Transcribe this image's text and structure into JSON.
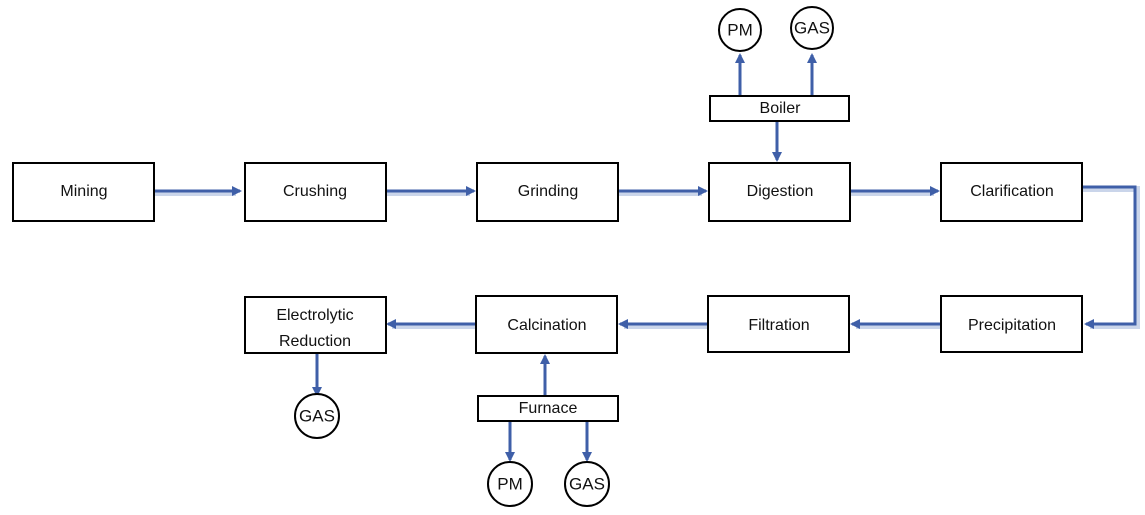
{
  "diagram": {
    "nodes": {
      "mining": "Mining",
      "crushing": "Crushing",
      "grinding": "Grinding",
      "digestion": "Digestion",
      "clarification": "Clarification",
      "boiler": "Boiler",
      "precipitation": "Precipitation",
      "filtration": "Filtration",
      "calcination": "Calcination",
      "electrolytic_reduction": [
        "Electrolytic",
        "Reduction"
      ],
      "furnace": "Furnace"
    },
    "emissions": {
      "boiler_pm": "PM",
      "boiler_gas": "GAS",
      "electrolytic_gas": "GAS",
      "furnace_pm": "PM",
      "furnace_gas": "GAS"
    },
    "colors": {
      "arrow": "#3f5fa8",
      "box_border": "#000000"
    }
  }
}
